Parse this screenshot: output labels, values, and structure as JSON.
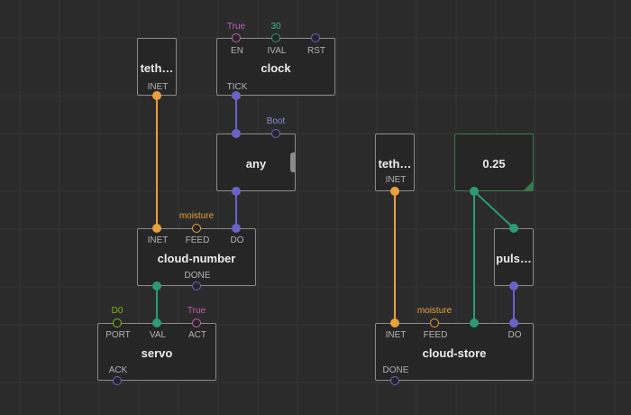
{
  "colors": {
    "background": "#2b2b2b",
    "grid": "#353535",
    "pulse": "#6b62c9",
    "number": "#2c9a72",
    "string": "#e9a13b",
    "boolean": "#c65fb8",
    "port": "#7db51f",
    "pulse_label": "#8f88e0",
    "number_label": "#3dbd8d"
  },
  "nodes": {
    "teth1": {
      "title": "teth…",
      "pins": {
        "inet": {
          "label": "INET"
        }
      }
    },
    "clock": {
      "title": "clock",
      "pins": {
        "en": {
          "label": "EN",
          "value": "True"
        },
        "ival": {
          "label": "IVAL",
          "value": "30"
        },
        "rst": {
          "label": "RST"
        },
        "tick": {
          "label": "TICK"
        }
      }
    },
    "any": {
      "title": "any",
      "pins": {
        "boot": {
          "value": "Boot"
        }
      }
    },
    "teth2": {
      "title": "teth…",
      "pins": {
        "inet": {
          "label": "INET"
        }
      }
    },
    "const": {
      "title": "0.25"
    },
    "cloud_number": {
      "title": "cloud-number",
      "pins": {
        "inet": {
          "label": "INET"
        },
        "feed": {
          "label": "FEED",
          "value": "moisture"
        },
        "do": {
          "label": "DO"
        },
        "done": {
          "label": "DONE"
        }
      }
    },
    "puls": {
      "title": "puls…"
    },
    "servo": {
      "title": "servo",
      "pins": {
        "port": {
          "label": "PORT",
          "value": "D0"
        },
        "val": {
          "label": "VAL"
        },
        "act": {
          "label": "ACT",
          "value": "True"
        },
        "ack": {
          "label": "ACK"
        }
      }
    },
    "cloud_store": {
      "title": "cloud-store",
      "pins": {
        "inet": {
          "label": "INET"
        },
        "feed": {
          "label": "FEED",
          "value": "moisture"
        },
        "do": {
          "label": "DO"
        },
        "done": {
          "label": "DONE"
        }
      }
    }
  }
}
